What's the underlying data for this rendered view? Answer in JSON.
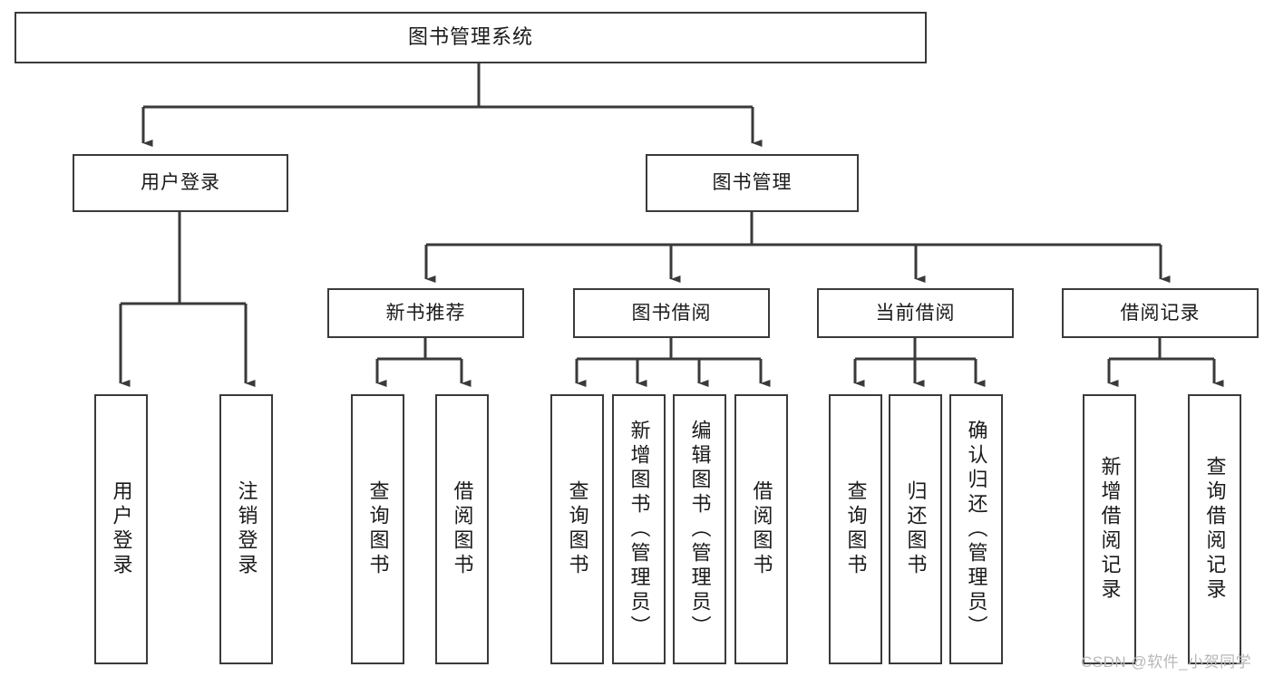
{
  "diagram": {
    "type": "tree-hierarchy",
    "title": "图书管理系统",
    "watermark": "CSDN @软件_小贺同学",
    "root": {
      "id": "root",
      "label": "图书管理系统"
    },
    "level2": [
      {
        "id": "user-login",
        "label": "用户登录"
      },
      {
        "id": "book-manage",
        "label": "图书管理"
      }
    ],
    "level3": [
      {
        "id": "new-book-recommend",
        "label": "新书推荐",
        "parent": "book-manage"
      },
      {
        "id": "book-borrow",
        "label": "图书借阅",
        "parent": "book-manage"
      },
      {
        "id": "current-borrow",
        "label": "当前借阅",
        "parent": "book-manage"
      },
      {
        "id": "borrow-record",
        "label": "借阅记录",
        "parent": "book-manage"
      }
    ],
    "leaves": [
      {
        "id": "leaf-user-login",
        "label": "用户登录",
        "parent": "user-login"
      },
      {
        "id": "leaf-user-logout",
        "label": "注销登录",
        "parent": "user-login"
      },
      {
        "id": "leaf-query-book-1",
        "label": "查询图书",
        "parent": "new-book-recommend"
      },
      {
        "id": "leaf-borrow-book-1",
        "label": "借阅图书",
        "parent": "new-book-recommend"
      },
      {
        "id": "leaf-query-book-2",
        "label": "查询图书",
        "parent": "book-borrow"
      },
      {
        "id": "leaf-add-book",
        "label": "新增图书（管理员）",
        "parent": "book-borrow"
      },
      {
        "id": "leaf-edit-book",
        "label": "编辑图书（管理员）",
        "parent": "book-borrow"
      },
      {
        "id": "leaf-borrow-book-2",
        "label": "借阅图书",
        "parent": "book-borrow"
      },
      {
        "id": "leaf-query-book-3",
        "label": "查询图书",
        "parent": "current-borrow"
      },
      {
        "id": "leaf-return-book",
        "label": "归还图书",
        "parent": "current-borrow"
      },
      {
        "id": "leaf-confirm-return",
        "label": "确认归还（管理员）",
        "parent": "current-borrow"
      },
      {
        "id": "leaf-add-record",
        "label": "新增借阅记录",
        "parent": "borrow-record"
      },
      {
        "id": "leaf-query-record",
        "label": "查询借阅记录",
        "parent": "borrow-record"
      }
    ],
    "colors": {
      "box_border": "#3a3a3a",
      "box_fill": "#ffffff",
      "edge": "#3a3a3a",
      "text": "#1a1a1a",
      "watermark": "#b8b8b8",
      "background": "#ffffff"
    }
  }
}
